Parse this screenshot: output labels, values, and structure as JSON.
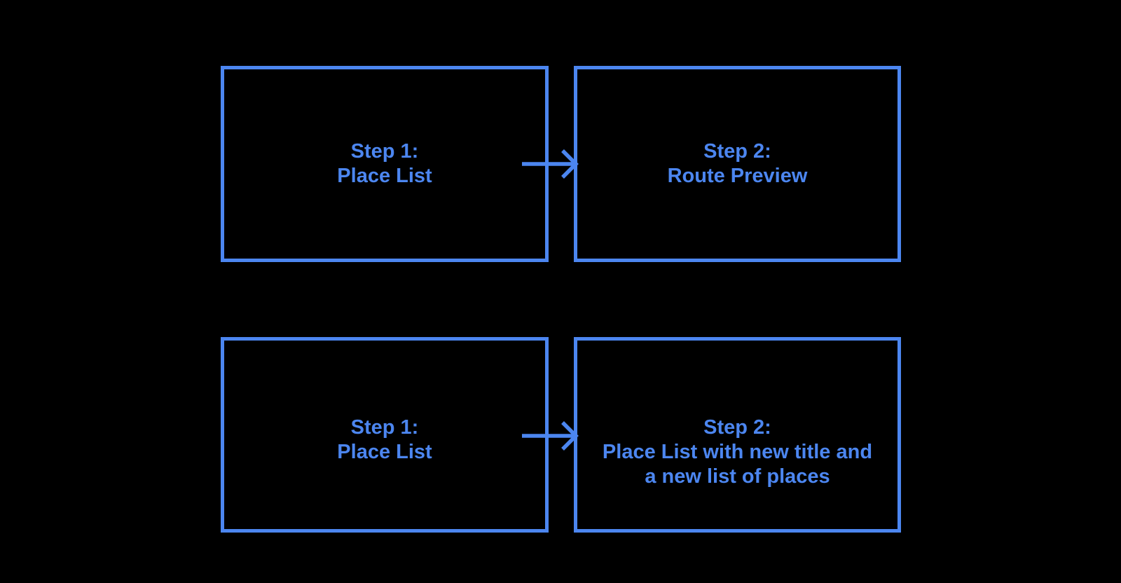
{
  "theme": {
    "background": "#000000",
    "accent": "#4C86F0"
  },
  "diagram": {
    "flows": [
      {
        "from": {
          "lines": [
            "Step 1:",
            "Place List"
          ]
        },
        "arrow_icon": "arrow-right-icon",
        "to": {
          "lines": [
            "Step 2:",
            "Route Preview"
          ]
        }
      },
      {
        "from": {
          "lines": [
            "Step 1:",
            "Place List"
          ]
        },
        "arrow_icon": "arrow-right-icon",
        "to": {
          "lines": [
            "Step 2:",
            "Place List with new title and",
            "a new list of places"
          ]
        }
      }
    ]
  }
}
